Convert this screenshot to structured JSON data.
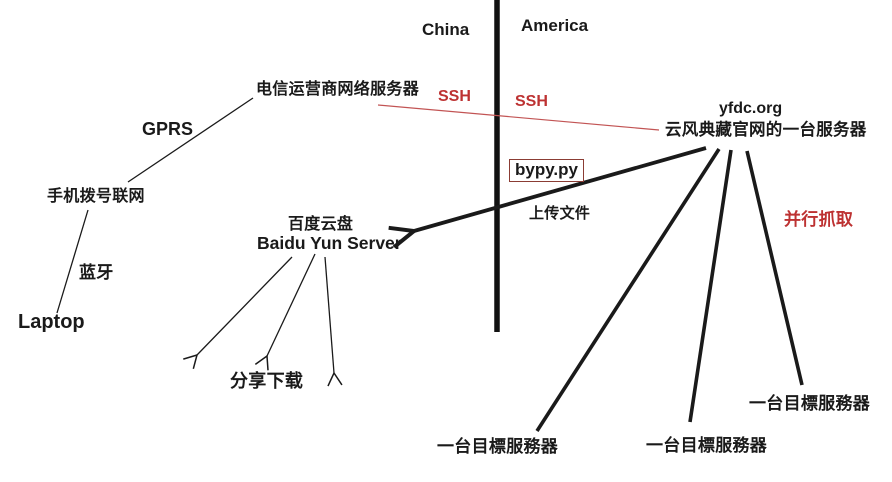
{
  "regions": {
    "china": "China",
    "america": "America"
  },
  "labels": {
    "telecom_server": "电信运营商网络服务器",
    "gprs": "GPRS",
    "phone_dialup": "手机拨号联网",
    "bluetooth": "蓝牙",
    "laptop": "Laptop",
    "baidu_cloud_cn": "百度云盘",
    "baidu_cloud_en": "Baidu Yun Server",
    "share_download": "分享下载",
    "ssh_left": "SSH",
    "ssh_right": "SSH",
    "bypy_script": "bypy.py",
    "upload_files": "上传文件",
    "yfdc_domain": "yfdc.org",
    "yfdc_server": "云风典藏官网的一台服务器",
    "parallel_fetch": "并行抓取",
    "target_server_1": "一台目標服務器",
    "target_server_2": "一台目標服務器",
    "target_server_3": "一台目標服務器"
  },
  "colors": {
    "ink": "#1a1a1a",
    "accent_red": "#bd3232",
    "red_line": "#c25454",
    "bypy_box_border": "#8b3c34",
    "background": "#ffffff"
  },
  "edges": [
    {
      "from": "laptop",
      "to": "phone_dialup",
      "label": "蓝牙",
      "style": "thin-line"
    },
    {
      "from": "phone_dialup",
      "to": "telecom_server",
      "label": "GPRS",
      "style": "thin-line"
    },
    {
      "from": "telecom_server",
      "to": "yfdc_server",
      "label": "SSH / SSH",
      "style": "thin-red-line-crossing-border"
    },
    {
      "from": "yfdc_server",
      "to": "baidu_cloud",
      "label": "bypy.py 上传文件",
      "style": "thick-arrow"
    },
    {
      "from": "baidu_cloud",
      "to": "share_download",
      "style": "three-thin-arrows"
    },
    {
      "from": "yfdc_server",
      "to": "target_server_1",
      "label": "并行抓取",
      "style": "thick-line"
    },
    {
      "from": "yfdc_server",
      "to": "target_server_2",
      "label": "并行抓取",
      "style": "thick-line"
    },
    {
      "from": "yfdc_server",
      "to": "target_server_3",
      "label": "并行抓取",
      "style": "thick-line"
    },
    {
      "divider": "China | America border line"
    }
  ]
}
